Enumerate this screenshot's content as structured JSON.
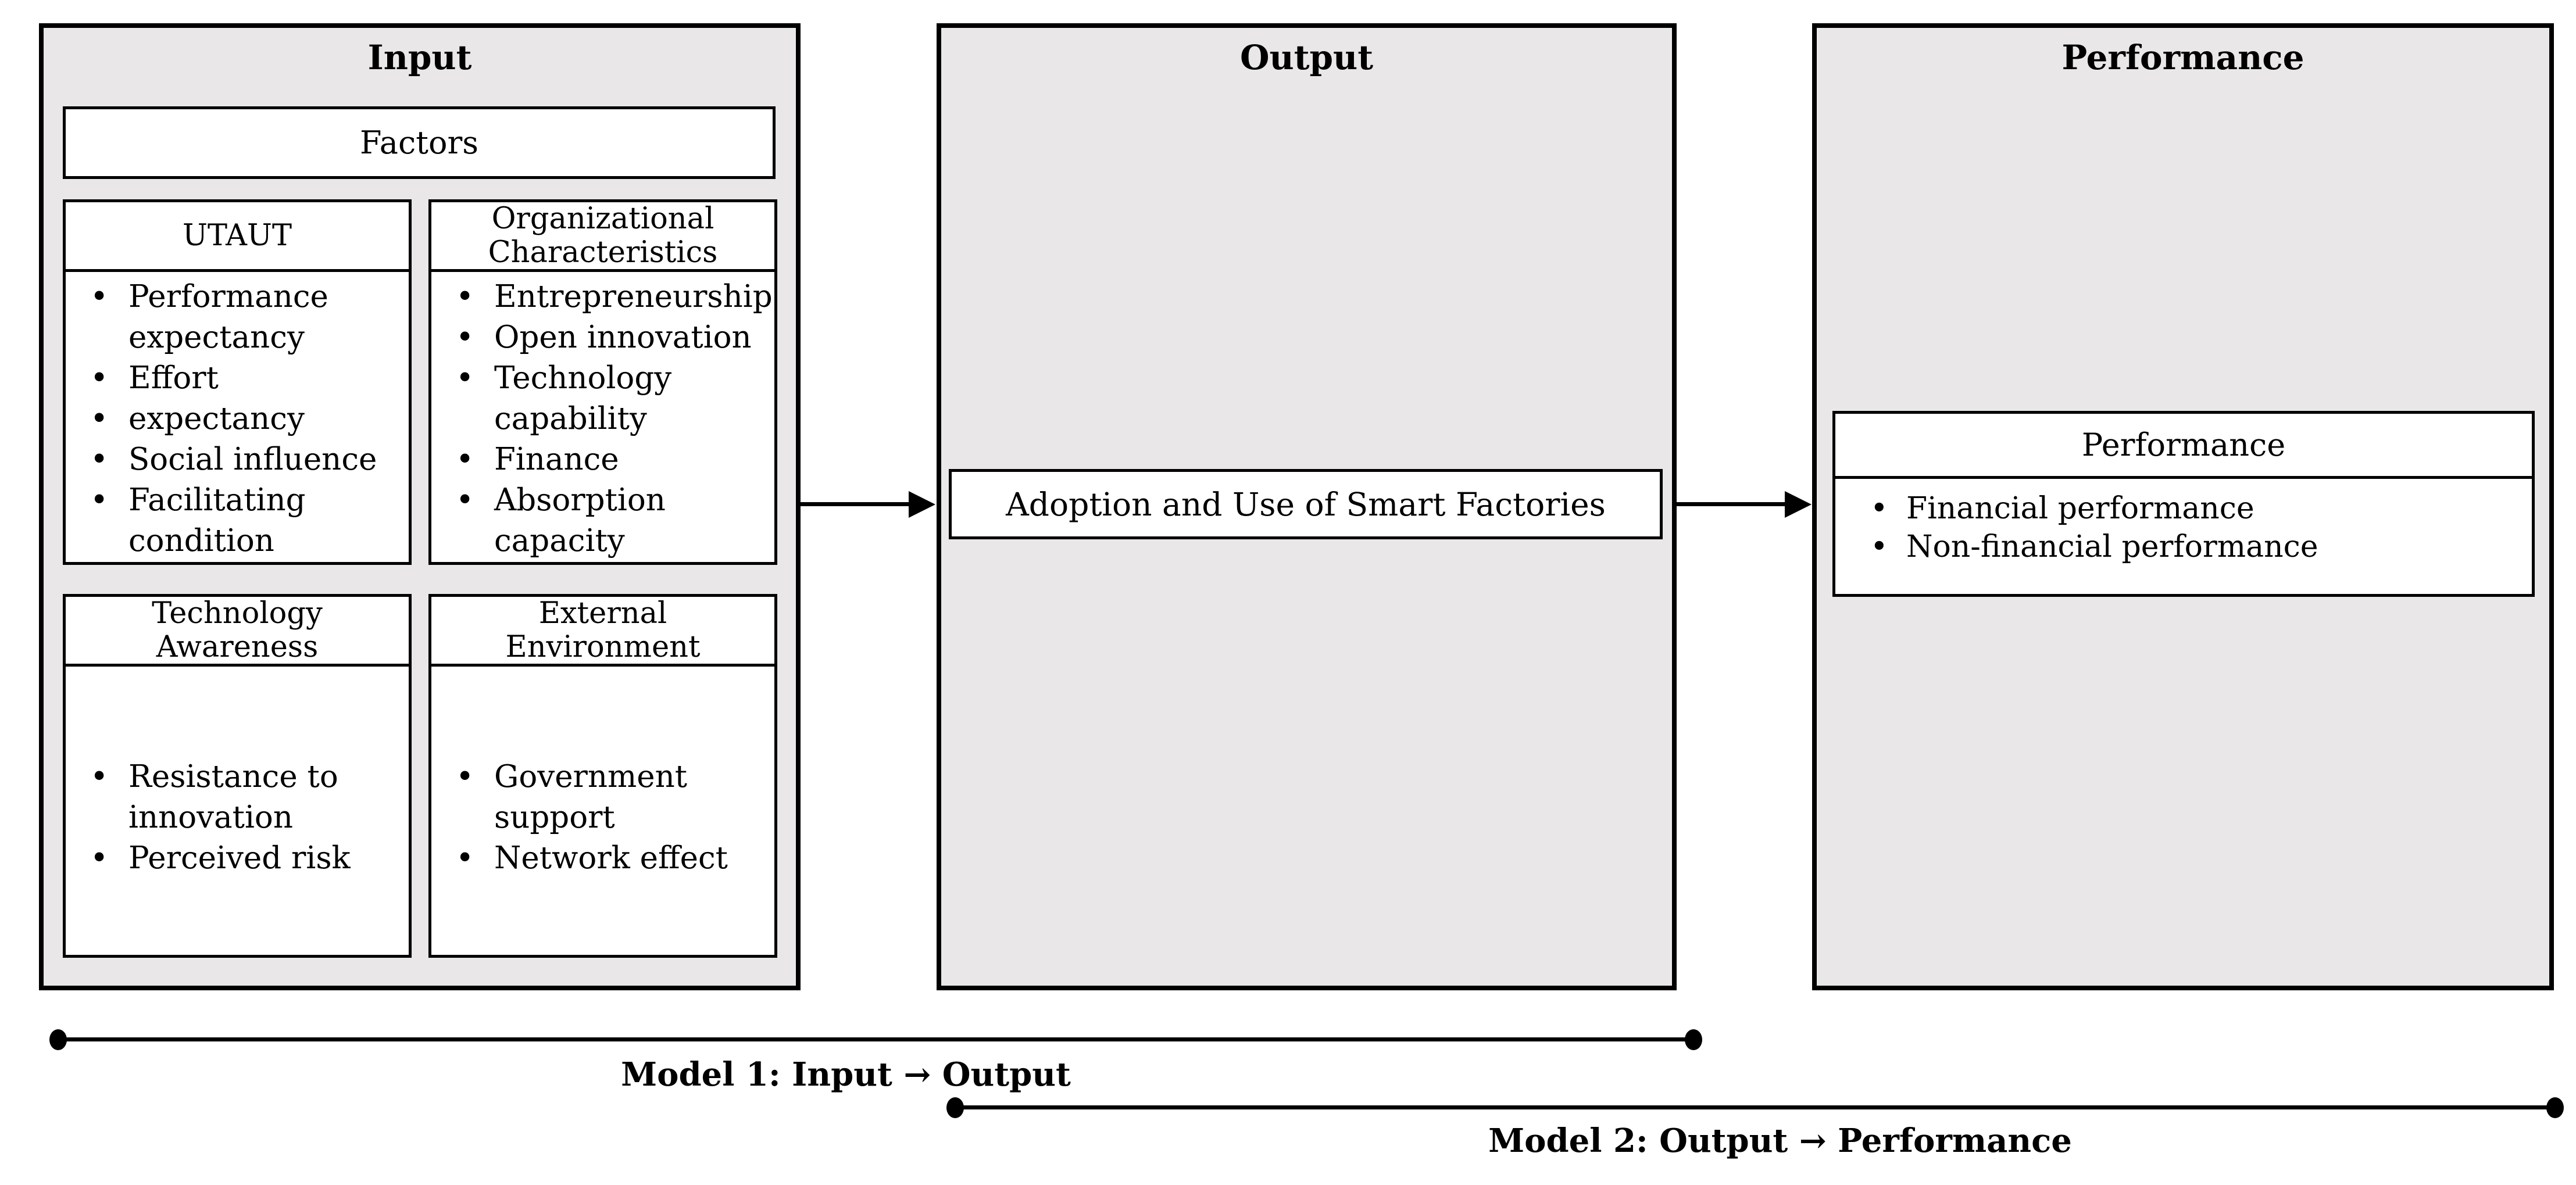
{
  "figure": {
    "panels": {
      "input": {
        "title": "Input",
        "factors_label": "Factors",
        "utaut": {
          "header": "UTAUT",
          "items": [
            "Performance expectancy",
            "Effort",
            "expectancy",
            "Social influence",
            "Facilitating condition"
          ]
        },
        "org": {
          "header": "Organizational Characteristics",
          "items": [
            "Entrepreneurship",
            "Open innovation",
            "Technology capability",
            "Finance",
            "Absorption capacity"
          ]
        },
        "tech": {
          "header": "Technology Awareness",
          "items": [
            "Resistance to innovation",
            "Perceived risk"
          ]
        },
        "ext": {
          "header": "External Environment",
          "items": [
            "Government support",
            "Network effect"
          ]
        }
      },
      "output": {
        "title": "Output",
        "adoption_box": "Adoption and Use of Smart Factories"
      },
      "performance": {
        "title": "Performance",
        "box_header": "Performance",
        "items": [
          "Financial performance",
          "Non-financial performance"
        ]
      }
    },
    "legend": {
      "model1": "Model 1: Input → Output",
      "model2": "Model 2: Output → Performance"
    },
    "colors": {
      "panel_fill": "#e9e7e8",
      "box_fill": "#ffffff",
      "line_color": "#000000",
      "text_color": "#000000"
    }
  }
}
